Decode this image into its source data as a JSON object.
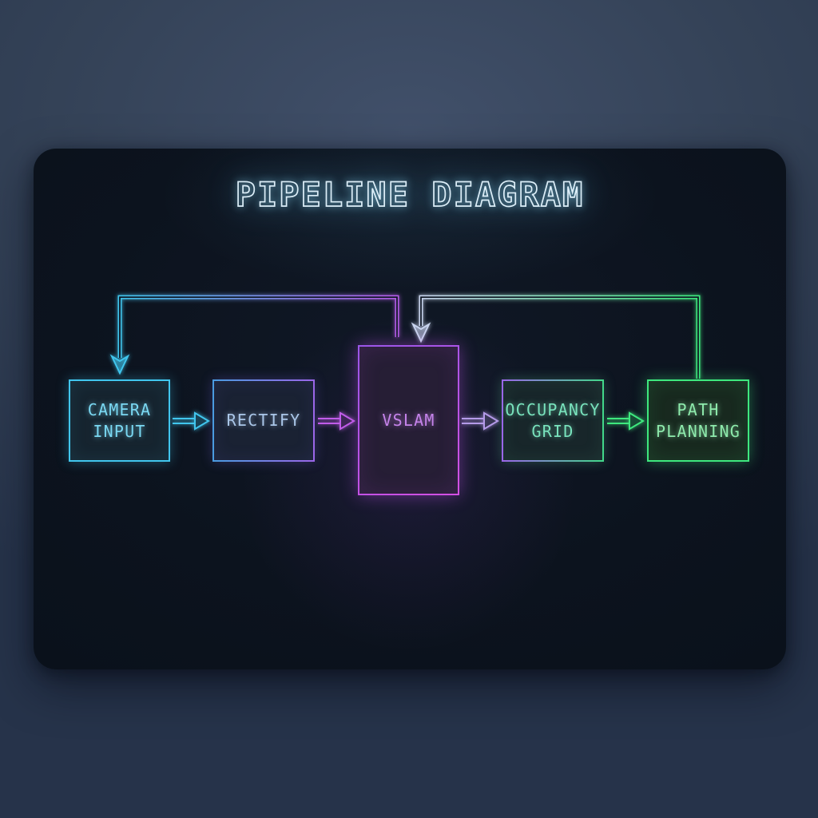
{
  "title": "PIPELINE DIAGRAM",
  "nodes": [
    {
      "id": "camera-input",
      "label": "CAMERA INPUT",
      "border_color": "#41c6ee",
      "text_color": "#7ad8f2"
    },
    {
      "id": "rectify",
      "label": "RECTIFY",
      "border_color_start": "#4a9be0",
      "border_color_end": "#9a66e8",
      "text_color": "#aac6e8"
    },
    {
      "id": "vslam",
      "label": "VSLAM",
      "border_color_start": "#9a56e8",
      "border_color_end": "#d44fe4",
      "text_color": "#c583ea"
    },
    {
      "id": "occupancy-grid",
      "label": "OCCUPANCY GRID",
      "border_color_start": "#9a66e8",
      "border_color_end": "#42d88a",
      "text_color": "#79e3bd"
    },
    {
      "id": "path-planning",
      "label": "PATH PLANNING",
      "border_color": "#3ee87e",
      "text_color": "#8eeaac"
    }
  ],
  "flow_arrows": [
    {
      "from": "camera-input",
      "to": "rectify",
      "color": "#41c6ee"
    },
    {
      "from": "rectify",
      "to": "vslam",
      "color": "#c05ce8"
    },
    {
      "from": "vslam",
      "to": "occupancy-grid",
      "color": "#b49ae8"
    },
    {
      "from": "occupancy-grid",
      "to": "path-planning",
      "color": "#3ee87e"
    }
  ],
  "feedback_loops": [
    {
      "from": "vslam",
      "to": "camera-input",
      "color_at_source": "#b45ce8",
      "color_at_target": "#41c6ee"
    },
    {
      "from": "path-planning",
      "to": "vslam",
      "color_at_source": "#3ee87e",
      "color_at_target": "#c8d4ee"
    }
  ],
  "colors": {
    "outer_background": "#334157",
    "panel_background": "#0c131e",
    "title_glow": "#8cd7f5"
  }
}
